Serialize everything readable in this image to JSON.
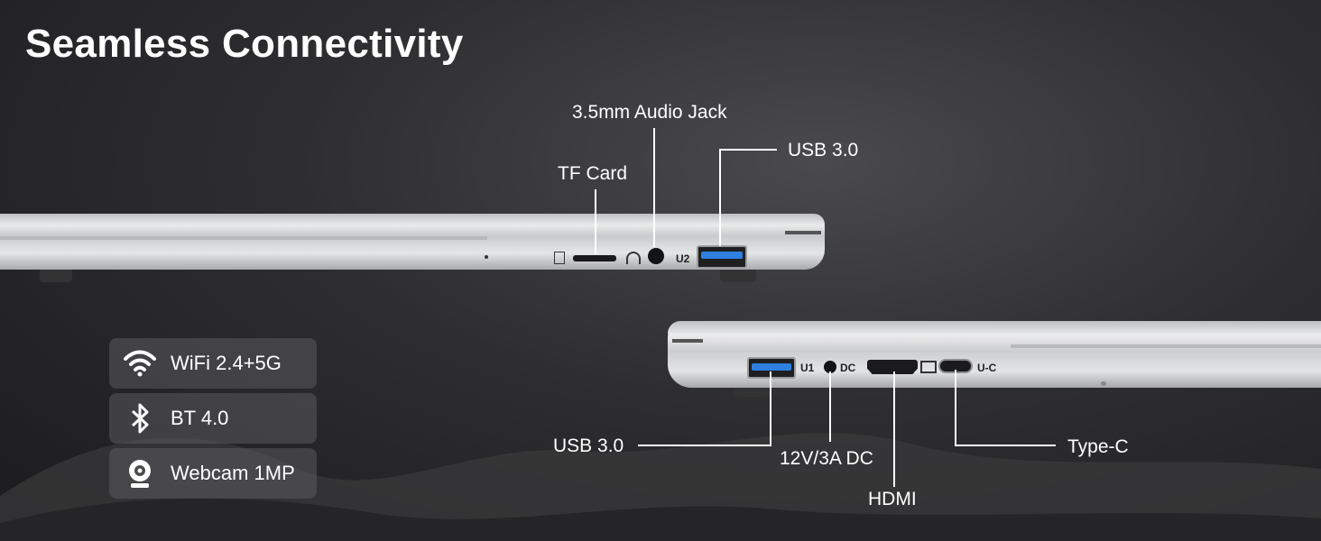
{
  "heading": "Seamless Connectivity",
  "top_ports": {
    "audio_jack": "3.5mm Audio Jack",
    "tf_card": "TF Card",
    "usb": "USB 3.0",
    "port_mark_u2": "U2"
  },
  "bottom_ports": {
    "usb": "USB 3.0",
    "dc": "12V/3A DC",
    "hdmi": "HDMI",
    "type_c": "Type-C",
    "port_mark_u1": "U1",
    "port_mark_dc": "DC",
    "port_mark_uc": "U-C"
  },
  "features": [
    {
      "icon": "wifi-icon",
      "label": "WiFi 2.4+5G"
    },
    {
      "icon": "bluetooth-icon",
      "label": "BT 4.0"
    },
    {
      "icon": "webcam-icon",
      "label": "Webcam 1MP"
    }
  ],
  "colors": {
    "background": "#2e2e30",
    "usb_blue": "#2f7fe0",
    "laptop_silver": "#e3e4e5"
  }
}
